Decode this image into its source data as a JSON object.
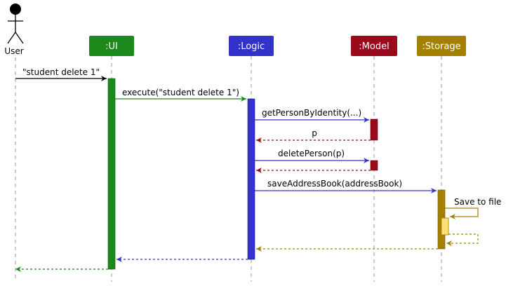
{
  "actor": {
    "label": "User"
  },
  "participants": [
    {
      "id": "ui",
      "label": ":UI",
      "fill": "#1b8a1b",
      "text": "#ffffff"
    },
    {
      "id": "logic",
      "label": ":Logic",
      "fill": "#3333cc",
      "text": "#ffffff"
    },
    {
      "id": "model",
      "label": ":Model",
      "fill": "#9b0a1c",
      "text": "#ffffff"
    },
    {
      "id": "storage",
      "label": ":Storage",
      "fill": "#a38000",
      "text": "#ffffff"
    }
  ],
  "messages": [
    {
      "text": "\"student delete 1\""
    },
    {
      "text": "execute(\"student delete 1\")"
    },
    {
      "text": "getPersonByIdentity(...)"
    },
    {
      "text": "p"
    },
    {
      "text": "deletePerson(p)"
    },
    {
      "text": "saveAddressBook(addressBook)"
    },
    {
      "text": "Save to file"
    }
  ],
  "colors": {
    "black": "#000000",
    "ui": "#1b8a1b",
    "logic": "#3333cc",
    "model": "#9b0a1c",
    "storage": "#a38000",
    "storage_inner": "#ffdd77",
    "lifeline": "#999999"
  }
}
